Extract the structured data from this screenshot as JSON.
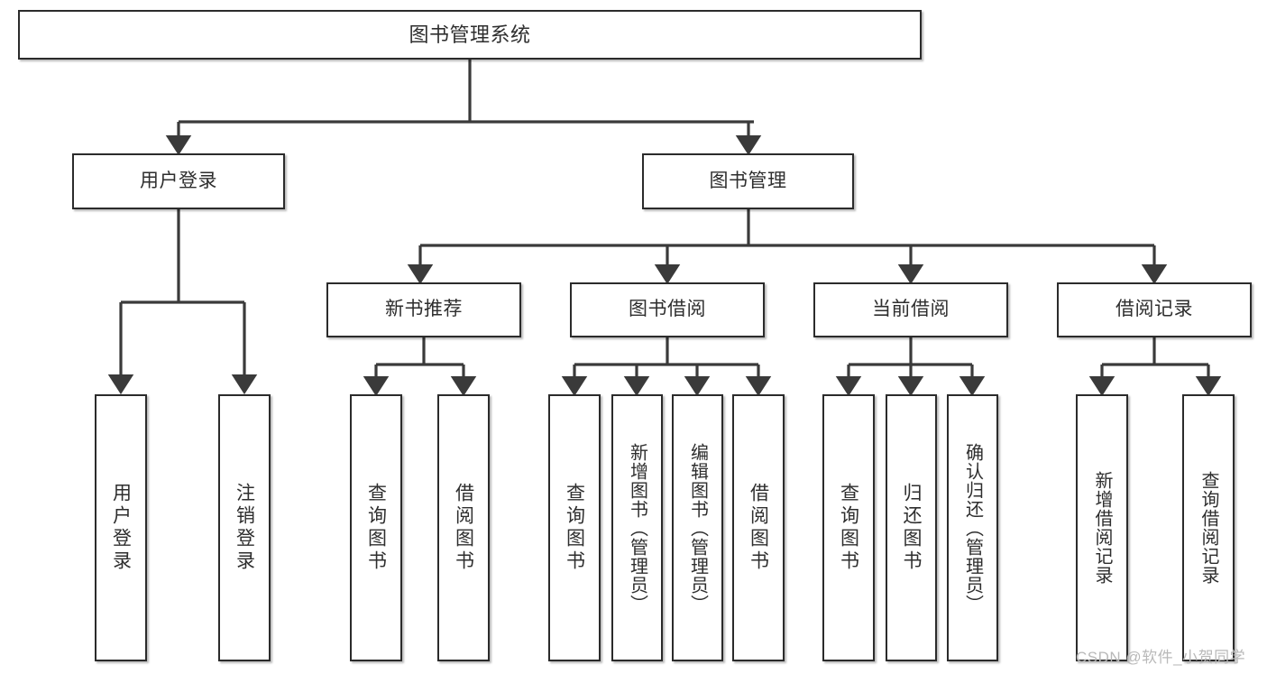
{
  "diagram": {
    "type": "tree",
    "title": "图书管理系统",
    "watermark": "CSDN @软件_小贺同学",
    "colors": {
      "node_border": "#2b2b2b",
      "node_fill": "#ffffff",
      "connector": "#3a3a3a",
      "text": "#2e2e2e",
      "watermark": "#b9b9b9"
    },
    "root": {
      "label": "图书管理系统"
    },
    "level2": [
      {
        "label": "用户登录"
      },
      {
        "label": "图书管理"
      }
    ],
    "level3": [
      {
        "label": "新书推荐"
      },
      {
        "label": "图书借阅"
      },
      {
        "label": "当前借阅"
      },
      {
        "label": "借阅记录"
      }
    ],
    "leaves": {
      "user_login": [
        {
          "label": "用户登录"
        },
        {
          "label": "注销登录"
        }
      ],
      "new_book_recommend": [
        {
          "label": "查询图书"
        },
        {
          "label": "借阅图书"
        }
      ],
      "book_borrow": [
        {
          "label": "查询图书"
        },
        {
          "label": "新增图书（管理员）"
        },
        {
          "label": "编辑图书（管理员）"
        },
        {
          "label": "借阅图书"
        }
      ],
      "current_borrow": [
        {
          "label": "查询图书"
        },
        {
          "label": "归还图书"
        },
        {
          "label": "确认归还（管理员）"
        }
      ],
      "borrow_record": [
        {
          "label": "新增借阅记录"
        },
        {
          "label": "查询借阅记录"
        }
      ]
    }
  }
}
